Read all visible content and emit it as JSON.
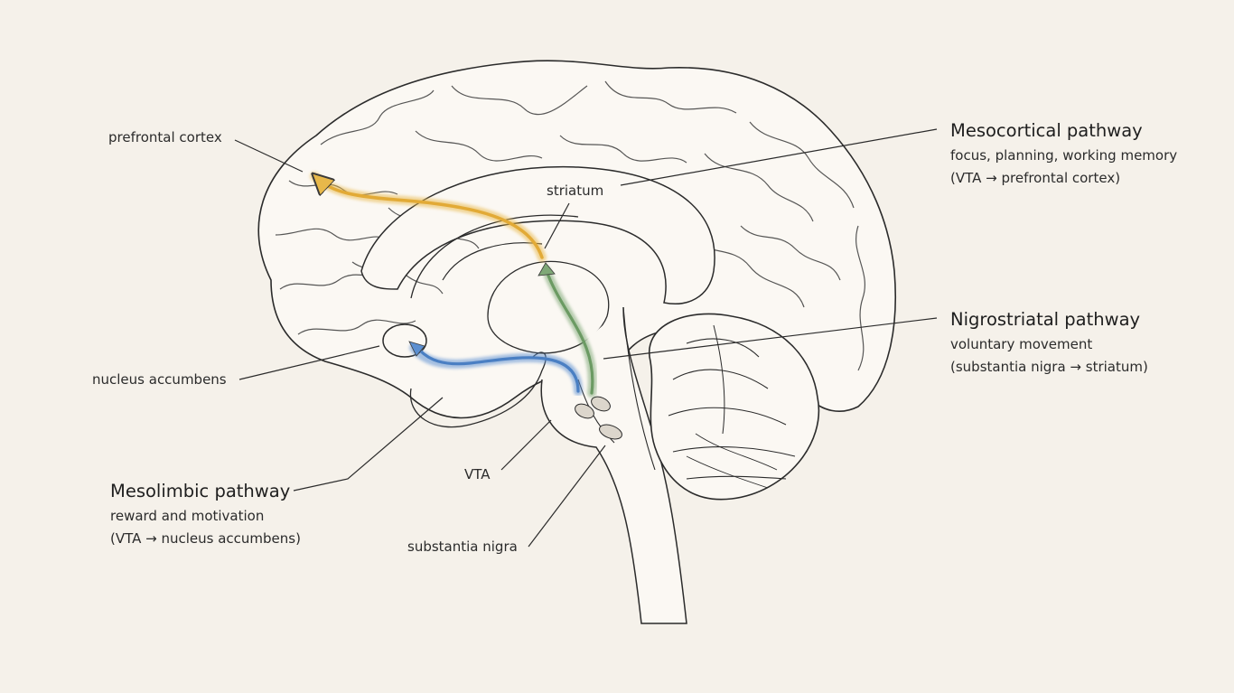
{
  "labels": {
    "prefrontal_cortex": "prefrontal cortex",
    "striatum": "striatum",
    "nucleus_accumbens": "nucleus accumbens",
    "vta": "VTA",
    "substantia_nigra": "substantia nigra"
  },
  "pathways": {
    "mesocortical": {
      "title": "Mesocortical pathway",
      "desc1": "focus, planning, working memory",
      "desc2": "(VTA → prefrontal cortex)",
      "color": "#e8b84a"
    },
    "nigrostriatal": {
      "title": "Nigrostriatal pathway",
      "desc1": "voluntary movement",
      "desc2": "(substantia nigra → striatum)",
      "color": "#7fa877"
    },
    "mesolimbic": {
      "title": "Mesolimbic pathway",
      "desc1": "reward and motivation",
      "desc2": "(VTA → nucleus accumbens)",
      "color": "#5b8fd1"
    }
  },
  "colors": {
    "background": "#f5f1ea",
    "line": "#2b2b2b"
  }
}
